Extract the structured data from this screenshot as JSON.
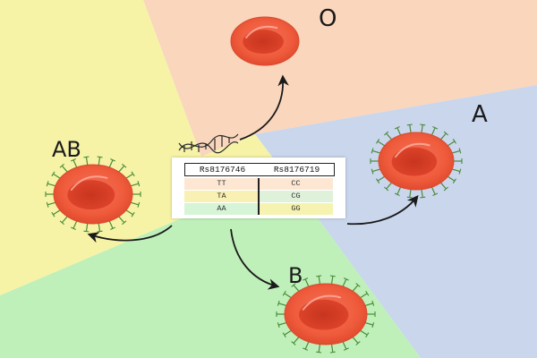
{
  "labels": {
    "o": "O",
    "a": "A",
    "ab": "AB",
    "b": "B"
  },
  "table": {
    "headers": [
      "Rs8176746",
      "Rs8176719"
    ],
    "rows": [
      [
        "TT",
        "CC"
      ],
      [
        "TA",
        "CG"
      ],
      [
        "AA",
        "GG"
      ]
    ]
  },
  "colors": {
    "region_o": "#f9d6bc",
    "region_a": "#c9d6ec",
    "region_ab": "#f6f3a6",
    "region_b": "#bff0b9",
    "cell_fill": "#ef5c3c",
    "cell_rim": "#e6472c",
    "cell_center": "#d63a22",
    "antigen": "#4a8a3a",
    "arrow": "#1a1a1a"
  },
  "icons": [
    "dna-helix-icon",
    "red-blood-cell-icon",
    "arrow-icon"
  ]
}
